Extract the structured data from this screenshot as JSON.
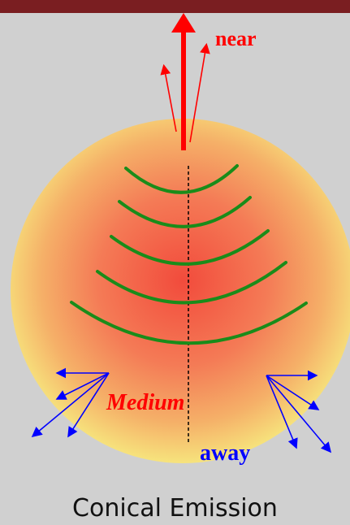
{
  "labels": {
    "near": "near",
    "medium": "Medium",
    "away": "away",
    "caption": "Conical Emission"
  },
  "colors": {
    "background": "#d0d0d0",
    "top_bar": "#7a1e21",
    "near_arrows": "#ff0000",
    "wavefronts": "#1a8c1a",
    "away_arrows": "#0000ff",
    "medium_text": "#ff0000",
    "away_text": "#0000ff",
    "medium_center": "#f24b3c",
    "medium_edge": "#f7ec80"
  }
}
